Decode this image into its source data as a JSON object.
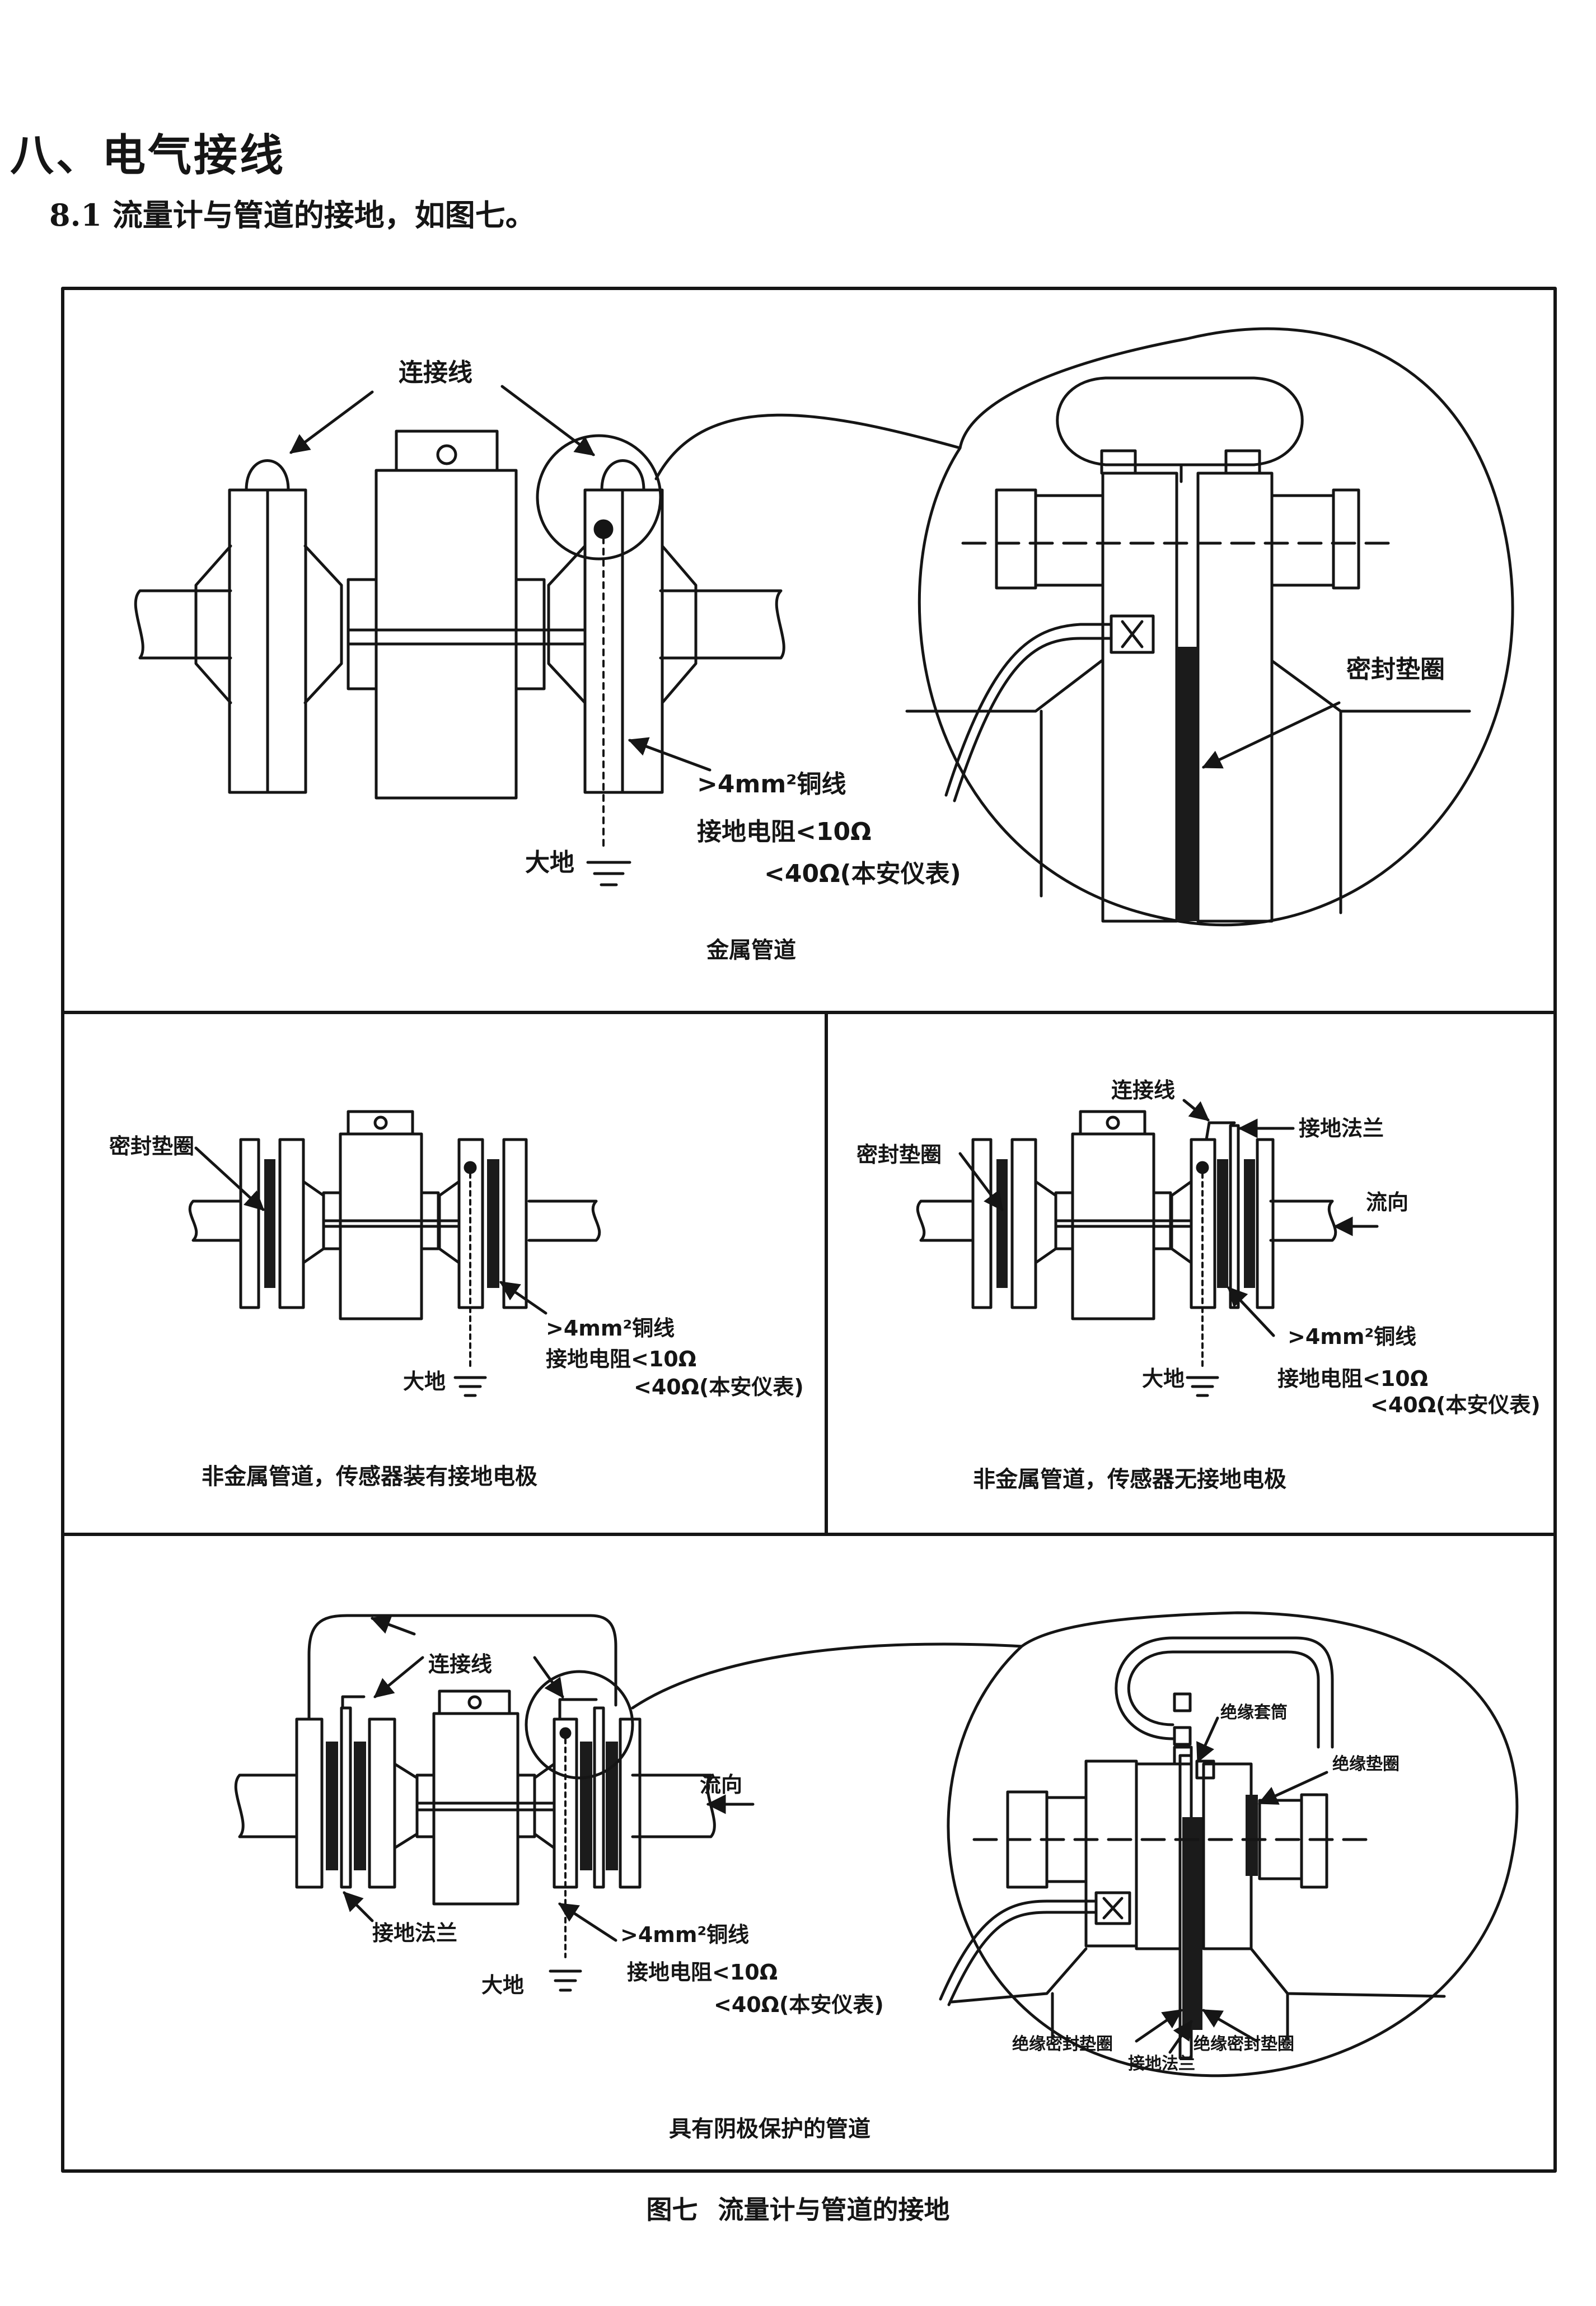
{
  "heading": "八、电气接线",
  "subheading": "8.1 流量计与管道的接地，如图七。",
  "figure_caption": {
    "number": "图七",
    "title": "流量计与管道的接地"
  },
  "panels": {
    "metal": {
      "caption": "金属管道",
      "connect_wire": "连接线",
      "copper_wire": ">4mm²铜线",
      "ground_resistance": "接地电阻<10Ω",
      "intrinsic_safe": "<40Ω(本安仪表)",
      "earth": "大地",
      "seal_gasket": "密封垫圈"
    },
    "nonmetal_with_electrode": {
      "caption": "非金属管道，传感器装有接地电极",
      "seal_gasket": "密封垫圈",
      "copper_wire": ">4mm²铜线",
      "ground_resistance": "接地电阻<10Ω",
      "intrinsic_safe": "<40Ω(本安仪表)",
      "earth": "大地"
    },
    "nonmetal_without_electrode": {
      "caption": "非金属管道，传感器无接地电极",
      "connect_wire": "连接线",
      "ground_flange": "接地法兰",
      "seal_gasket": "密封垫圈",
      "flow_direction": "流向",
      "copper_wire": ">4mm²铜线",
      "ground_resistance": "接地电阻<10Ω",
      "intrinsic_safe": "<40Ω(本安仪表)",
      "earth": "大地"
    },
    "cathodic": {
      "caption": "具有阴极保护的管道",
      "connect_wire": "连接线",
      "flow_direction": "流向",
      "ground_flange": "接地法兰",
      "copper_wire": ">4mm²铜线",
      "ground_resistance": "接地电阻<10Ω",
      "intrinsic_safe": "<40Ω(本安仪表)",
      "earth": "大地",
      "insulating_sleeve": "绝缘套筒",
      "insulating_washer": "绝缘垫圈",
      "insulating_seal_gasket_left": "绝缘密封垫圈",
      "ground_flange_detail": "接地法兰",
      "insulating_seal_gasket_right": "绝缘密封垫圈"
    }
  },
  "colors": {
    "ink": "#151515",
    "gasket": "#1b1b1b",
    "paper": "#ffffff"
  }
}
